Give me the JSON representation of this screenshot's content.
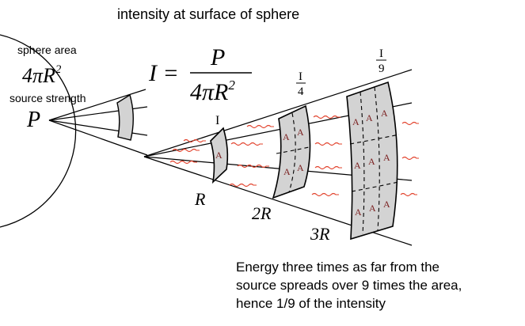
{
  "title": "intensity at surface of sphere",
  "labels": {
    "sphere_area": "sphere area",
    "area_formula_base": "4πR",
    "area_formula_exp": "2",
    "source_strength": "source strength",
    "source": "P",
    "eq_lhs": "I =",
    "eq_numerator": "P",
    "eq_denominator_base": "4πR",
    "eq_denominator_exp": "2",
    "dist1": "R",
    "dist2": "2R",
    "dist3": "3R",
    "intensity1": "I",
    "intensity2_num": "I",
    "intensity2_den": "4",
    "intensity3_num": "I",
    "intensity3_den": "9",
    "area_unit": "A"
  },
  "note_lines": [
    "Energy three times as far from the",
    "source spreads over 9 times the area,",
    "hence 1/9 of the intensity"
  ],
  "colors": {
    "patch_fill": "#d3d3d3",
    "wave": "#e2402a",
    "area_letter": "#7a1f1f",
    "line": "#000000"
  }
}
